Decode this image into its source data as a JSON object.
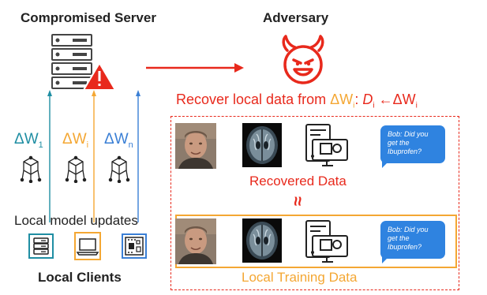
{
  "server": {
    "title": "Compromised Server"
  },
  "adversary": {
    "title": "Adversary"
  },
  "recover_caption": {
    "prefix": "Recover local data from ",
    "dw": "ΔW",
    "sub_i": "i",
    "sep": ": ",
    "d": "D",
    "arrow": " ←ΔW"
  },
  "updates": [
    {
      "symbol": "ΔW",
      "sub": "1",
      "color": "#1f8ea3"
    },
    {
      "symbol": "ΔW",
      "sub": "i",
      "color": "#f4a733"
    },
    {
      "symbol": "ΔW",
      "sub": "n",
      "color": "#3a7fd5"
    }
  ],
  "local_model_updates": "Local model updates",
  "local_clients": "Local Clients",
  "recovered_data": "Recovered Data",
  "approx_symbol": "≈",
  "local_training_data": "Local Training Data",
  "chat": {
    "line1": "Bob: Did you",
    "line2": "get the",
    "line3": "Ibuprofen?"
  },
  "colors": {
    "red": "#e8291c",
    "orange": "#f4a733",
    "teal": "#1f8ea3",
    "blue": "#3a7fd5",
    "bubble": "#2f83e0"
  }
}
